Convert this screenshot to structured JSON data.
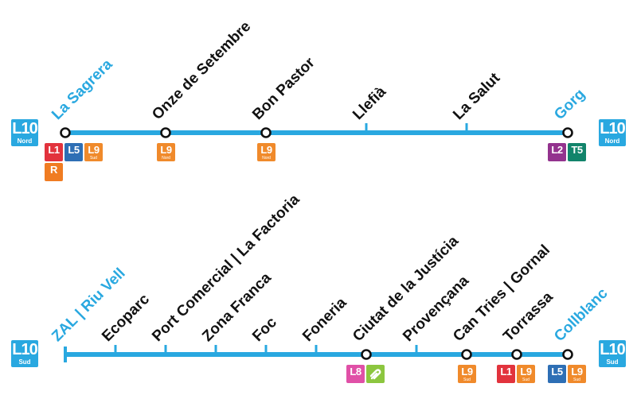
{
  "colors": {
    "line": "#29a8e0",
    "label": "#111111",
    "terminus": "#29a8e0",
    "L1": "#e2333d",
    "L2": "#93338e",
    "L5": "#2e6fb5",
    "L8": "#e050a7",
    "L9": "#f08a2b",
    "T5": "#12846b",
    "R": "#f07c22",
    "FGC": "#8cc63f"
  },
  "lines": [
    {
      "id": "nord",
      "badge": {
        "code": "L10",
        "direction": "Nord"
      },
      "stations": [
        {
          "name": "La Sagrera",
          "type": "interchange",
          "terminus": true,
          "connections": [
            {
              "code": "L1",
              "color": "L1"
            },
            {
              "code": "L5",
              "color": "L5"
            },
            {
              "code": "L9",
              "sub": "Sud",
              "color": "L9"
            },
            {
              "code": "R",
              "color": "R",
              "row": 2
            }
          ]
        },
        {
          "name": "Onze de Setembre",
          "type": "interchange",
          "connections": [
            {
              "code": "L9",
              "sub": "Nord",
              "color": "L9"
            }
          ]
        },
        {
          "name": "Bon Pastor",
          "type": "interchange",
          "connections": [
            {
              "code": "L9",
              "sub": "Nord",
              "color": "L9"
            }
          ]
        },
        {
          "name": "Llefià",
          "type": "stop",
          "connections": []
        },
        {
          "name": "La Salut",
          "type": "stop",
          "connections": []
        },
        {
          "name": "Gorg",
          "type": "interchange",
          "terminus": true,
          "connections": [
            {
              "code": "L2",
              "color": "L2"
            },
            {
              "code": "T5",
              "color": "T5"
            }
          ]
        }
      ]
    },
    {
      "id": "sud",
      "badge": {
        "code": "L10",
        "direction": "Sud"
      },
      "stations": [
        {
          "name": "ZAL | Riu Vell",
          "type": "terminus-bar",
          "terminus": true,
          "connections": []
        },
        {
          "name": "Ecoparc",
          "type": "stop",
          "connections": []
        },
        {
          "name": "Port Comercial | La Factoria",
          "type": "stop",
          "connections": []
        },
        {
          "name": "Zona Franca",
          "type": "stop",
          "connections": []
        },
        {
          "name": "Foc",
          "type": "stop",
          "connections": []
        },
        {
          "name": "Foneria",
          "type": "stop",
          "connections": []
        },
        {
          "name": "Ciutat de la Justícia",
          "type": "interchange",
          "connections": [
            {
              "code": "L8",
              "color": "L8"
            },
            {
              "code": "",
              "color": "FGC",
              "icon": "fgc-logo-icon"
            }
          ]
        },
        {
          "name": "Provençana",
          "type": "stop",
          "connections": []
        },
        {
          "name": "Can Tries | Gornal",
          "type": "interchange",
          "connections": [
            {
              "code": "L9",
              "sub": "Sud",
              "color": "L9"
            }
          ]
        },
        {
          "name": "Torrassa",
          "type": "interchange",
          "connections": [
            {
              "code": "L1",
              "color": "L1"
            },
            {
              "code": "L9",
              "sub": "Sud",
              "color": "L9"
            }
          ]
        },
        {
          "name": "Collblanc",
          "type": "interchange",
          "terminus": true,
          "connections": [
            {
              "code": "L5",
              "color": "L5"
            },
            {
              "code": "L9",
              "sub": "Sud",
              "color": "L9"
            }
          ]
        }
      ]
    }
  ]
}
